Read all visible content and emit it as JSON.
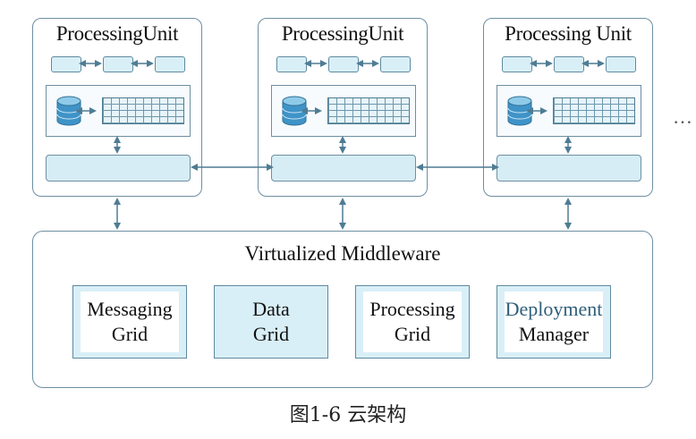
{
  "processing_units": [
    {
      "title": "ProcessingUnit"
    },
    {
      "title": "ProcessingUnit"
    },
    {
      "title": "Processing Unit"
    }
  ],
  "continuation_mark": "…",
  "middleware": {
    "title": "Virtualized Middleware",
    "modules": [
      {
        "line1": "Messaging",
        "line2": "Grid"
      },
      {
        "line1": "Data",
        "line2": "Grid"
      },
      {
        "line1": "Processing",
        "line2": "Grid"
      },
      {
        "line1": "Deployment",
        "line2": "Manager"
      }
    ]
  },
  "caption": "图1-6   云架构",
  "colors": {
    "line": "#4e7c93",
    "fill": "#d9eff7",
    "accent_text": "#2f5f7a"
  },
  "icons": {
    "storage": "database-cylinder-icon",
    "table": "grid-table-icon"
  }
}
